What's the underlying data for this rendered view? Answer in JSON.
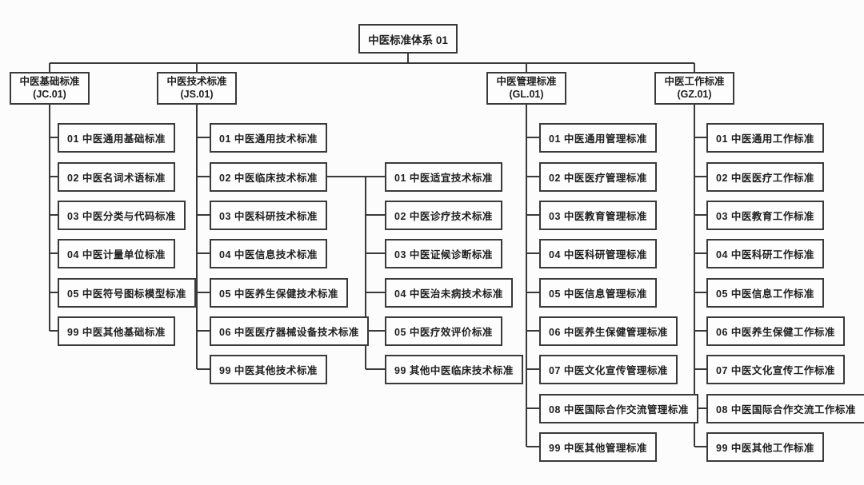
{
  "diagram": {
    "type": "org-tree",
    "root": "中医标准体系 01",
    "colors": {
      "line": "#3a3a3a",
      "border": "#3a3a3a",
      "box_fill": "#fdfdfd",
      "text": "#1e1e1e",
      "background": "#fcfcfc"
    },
    "branches": [
      {
        "name": "中医基础标准",
        "code": "(JC.01)",
        "children": [
          "01 中医通用基础标准",
          "02 中医名词术语标准",
          "03 中医分类与代码标准",
          "04 中医计量单位标准",
          "05 中医符号图标模型标准",
          "99 中医其他基础标准"
        ]
      },
      {
        "name": "中医技术标准",
        "code": "(JS.01)",
        "children": [
          "01 中医通用技术标准",
          "02 中医临床技术标准",
          "03 中医科研技术标准",
          "04 中医信息技术标准",
          "05 中医养生保健技术标准",
          "06 中医医疗器械设备技术标准",
          "99 中医其他技术标准"
        ],
        "sub_branch": {
          "parent": "02 中医临床技术标准",
          "children": [
            "01 中医适宜技术标准",
            "02 中医诊疗技术标准",
            "03 中医证候诊断标准",
            "04 中医治未病技术标准",
            "05 中医疗效评价标准",
            "99 其他中医临床技术标准"
          ]
        }
      },
      {
        "name": "中医管理标准",
        "code": "(GL.01)",
        "children": [
          "01 中医通用管理标准",
          "02 中医医疗管理标准",
          "03 中医教育管理标准",
          "04 中医科研管理标准",
          "05 中医信息管理标准",
          "06 中医养生保健管理标准",
          "07 中医文化宣传管理标准",
          "08 中医国际合作交流管理标准",
          "99 中医其他管理标准"
        ]
      },
      {
        "name": "中医工作标准",
        "code": "(GZ.01)",
        "children": [
          "01 中医通用工作标准",
          "02 中医医疗工作标准",
          "03 中医教育工作标准",
          "04 中医科研工作标准",
          "05 中医信息工作标准",
          "06 中医养生保健工作标准",
          "07 中医文化宣传工作标准",
          "08 中医国际合作交流工作标准",
          "99 中医其他工作标准"
        ]
      }
    ]
  }
}
